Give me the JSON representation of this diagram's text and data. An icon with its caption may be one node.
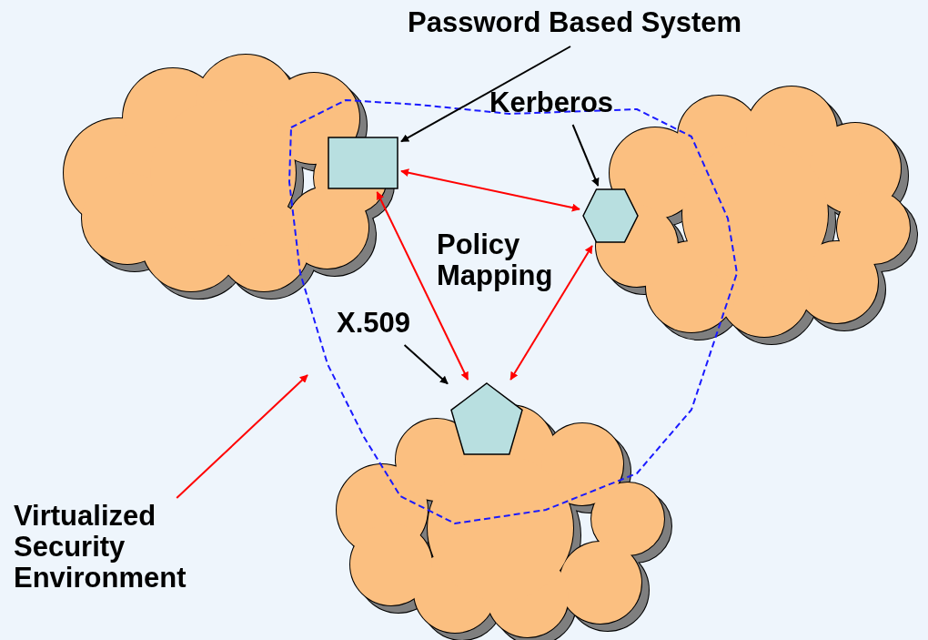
{
  "diagram": {
    "nodes": [
      {
        "text": [
          "Password Based System"
        ]
      },
      {
        "text": [],
        "shape": "box"
      },
      {
        "text": [
          "Kerberos"
        ]
      },
      {
        "text": [],
        "shape": "hexagon"
      },
      {
        "text": [
          "X.509"
        ]
      },
      {
        "text": [],
        "shape": "pentagon"
      },
      {
        "text": [
          "Virtualized Security Environment"
        ]
      }
    ],
    "edges": [
      {
        "from": 0,
        "to": 1,
        "arrow": "to",
        "color": "#000000"
      },
      {
        "from": 2,
        "to": 3,
        "arrow": "to",
        "color": "#000000"
      },
      {
        "from": 1,
        "to": 3,
        "arrow": "both",
        "color": "#ff0000"
      },
      {
        "from": 1,
        "to": 5,
        "arrow": "both",
        "color": "#ff0000"
      },
      {
        "from": 3,
        "to": 5,
        "arrow": "both",
        "color": "#ff0000"
      },
      {
        "from": 4,
        "to": 5,
        "arrow": "to",
        "color": "#000000"
      },
      {
        "from": 6,
        "to": null,
        "arrow": "to",
        "color": "#ff0000"
      }
    ],
    "labels": [
      "Policy Mapping"
    ]
  }
}
